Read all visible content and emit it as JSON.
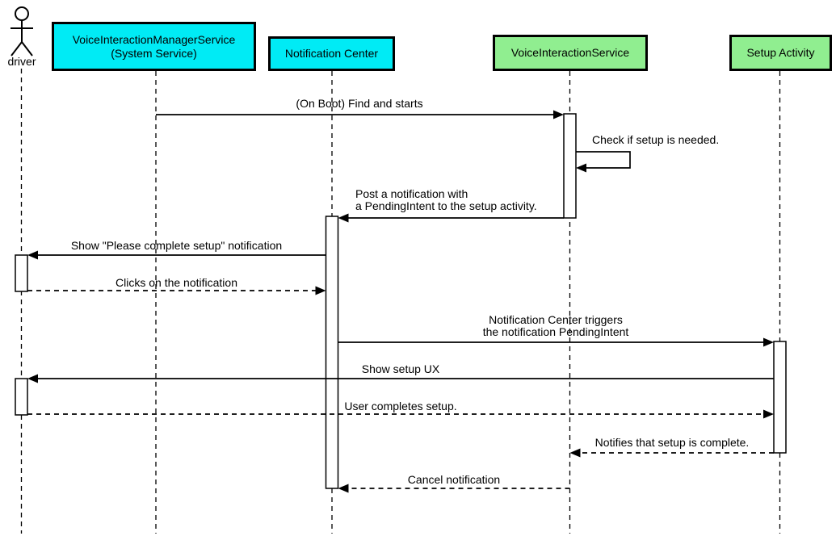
{
  "diagram": {
    "type": "uml-sequence-diagram",
    "colors": {
      "cyan": "#00EBF5",
      "green": "#90EE90",
      "line": "#000000",
      "background": "#FFFFFF"
    },
    "actor": {
      "name": "driver",
      "icon": "stick-figure-icon"
    },
    "participants": [
      {
        "label": "VoiceInteractionManagerService\n(System Service)",
        "color": "cyan"
      },
      {
        "label": "Notification Center",
        "color": "cyan"
      },
      {
        "label": "VoiceInteractionService",
        "color": "green"
      },
      {
        "label": "Setup Activity",
        "color": "green"
      }
    ],
    "messages": [
      {
        "from": "VoiceInteractionManagerService (System Service)",
        "to": "VoiceInteractionService",
        "label": "(On Boot) Find and starts",
        "style": "solid"
      },
      {
        "from": "VoiceInteractionService",
        "to": "VoiceInteractionService",
        "label": "Check if setup is needed.",
        "style": "solid-self"
      },
      {
        "from": "VoiceInteractionService",
        "to": "Notification Center",
        "label": "Post a notification with\na PendingIntent to the setup activity.",
        "style": "solid"
      },
      {
        "from": "Notification Center",
        "to": "driver",
        "label": "Show \"Please complete setup\" notification",
        "style": "solid"
      },
      {
        "from": "driver",
        "to": "Notification Center",
        "label": "Clicks on the notification",
        "style": "dashed"
      },
      {
        "from": "Notification Center",
        "to": "Setup Activity",
        "label": "Notification Center triggers\nthe notification PendingIntent",
        "style": "solid"
      },
      {
        "from": "Setup Activity",
        "to": "driver",
        "label": "Show setup UX",
        "style": "solid"
      },
      {
        "from": "driver",
        "to": "Setup Activity",
        "label": "User completes setup.",
        "style": "dashed"
      },
      {
        "from": "Setup Activity",
        "to": "VoiceInteractionService",
        "label": "Notifies that setup is complete.",
        "style": "dashed"
      },
      {
        "from": "VoiceInteractionService",
        "to": "Notification Center",
        "label": "Cancel notification",
        "style": "dashed"
      }
    ]
  }
}
